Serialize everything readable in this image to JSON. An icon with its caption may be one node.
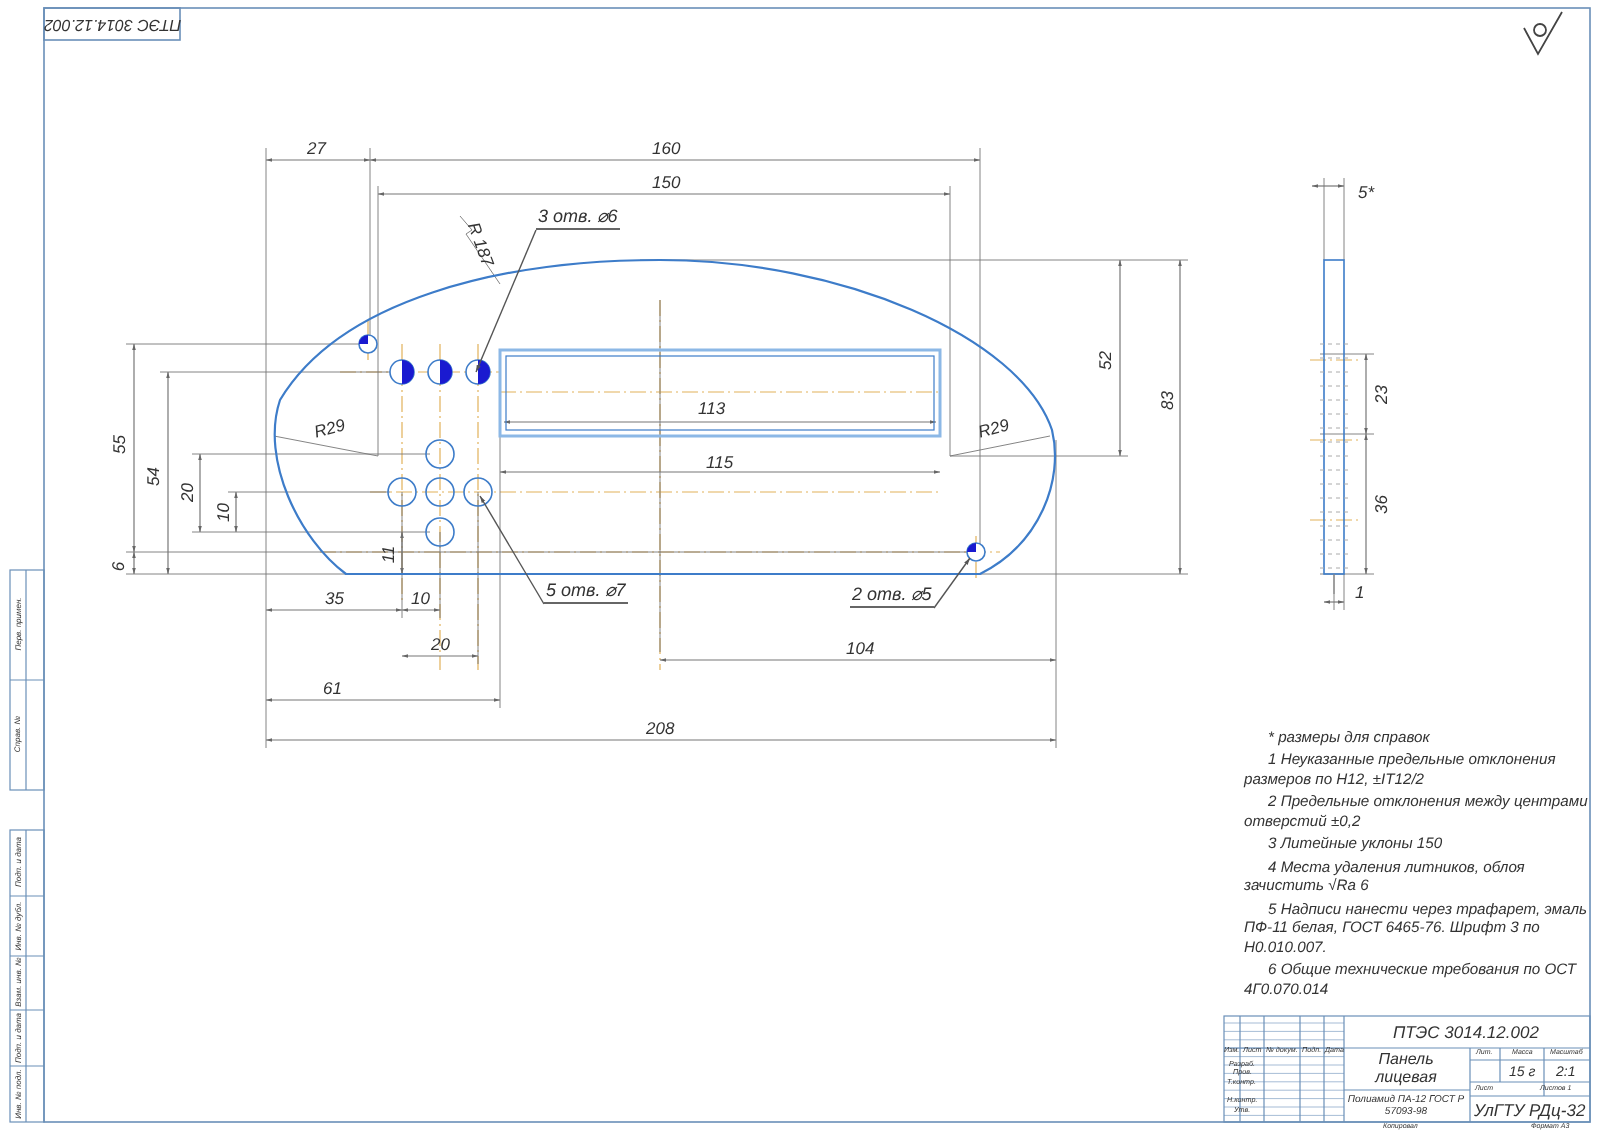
{
  "diagram": {
    "nodes": [
      {
        "text": [
          "3 отв. ⌀6"
        ]
      },
      {
        "text": [
          "5 отв. ⌀7"
        ]
      },
      {
        "text": [
          "2 отв. ⌀5"
        ]
      }
    ],
    "edges": [
      {
        "from": 0,
        "to": null,
        "arrow": "to"
      },
      {
        "from": 1,
        "to": null,
        "arrow": "to"
      },
      {
        "from": 2,
        "to": null,
        "arrow": "to"
      }
    ],
    "labels": [
      "27",
      "160",
      "150",
      "R 187",
      "R29",
      "113",
      "115",
      "R29",
      "52",
      "83",
      "55",
      "54",
      "20",
      "10",
      "11",
      "6",
      "35",
      "10",
      "20",
      "61",
      "104",
      "208",
      "5*",
      "23",
      "36",
      "1",
      "* размеры для справок",
      "1 Неуказанные предельные отклонения размеров по H12, ±IT12/2",
      "2 Предельные отклонения между центрами отверстий ±0,2",
      "3 Литейные уклоны 150",
      "4 Места удаления литников, облоя зачистить √Ra 6",
      "5 Надписи нанести через трафарет, эмаль ПФ-11 белая, ГОСТ 6465-76. Шрифт 3 по Н0.010.007.",
      "6 Общие технические требования по ОСТ 4Г0.070.014",
      "ПТЭС 3014.12.002",
      "ПТЭС 3014.12.002",
      "Панель лицевая",
      "Полиамид ПА-12 ГОСТ Р 57093-98",
      "Лит.",
      "Масса",
      "Масштаб",
      "15 г",
      "2:1",
      "Лист",
      "Листов 1",
      "УлГТУ РДц-32",
      "Изм.",
      "Лист",
      "№ докум.",
      "Подп.",
      "Дата",
      "Разраб.",
      "Пров.",
      "Т.контр.",
      "Н.контр.",
      "Утв.",
      "Копировал",
      "Формат A3",
      "Перв. примен.",
      "Справ. №",
      "Подп. и дата",
      "Инв. № дубл.",
      "Взам. инв. №",
      "Подп. и дата",
      "Инв. № подл."
    ]
  }
}
